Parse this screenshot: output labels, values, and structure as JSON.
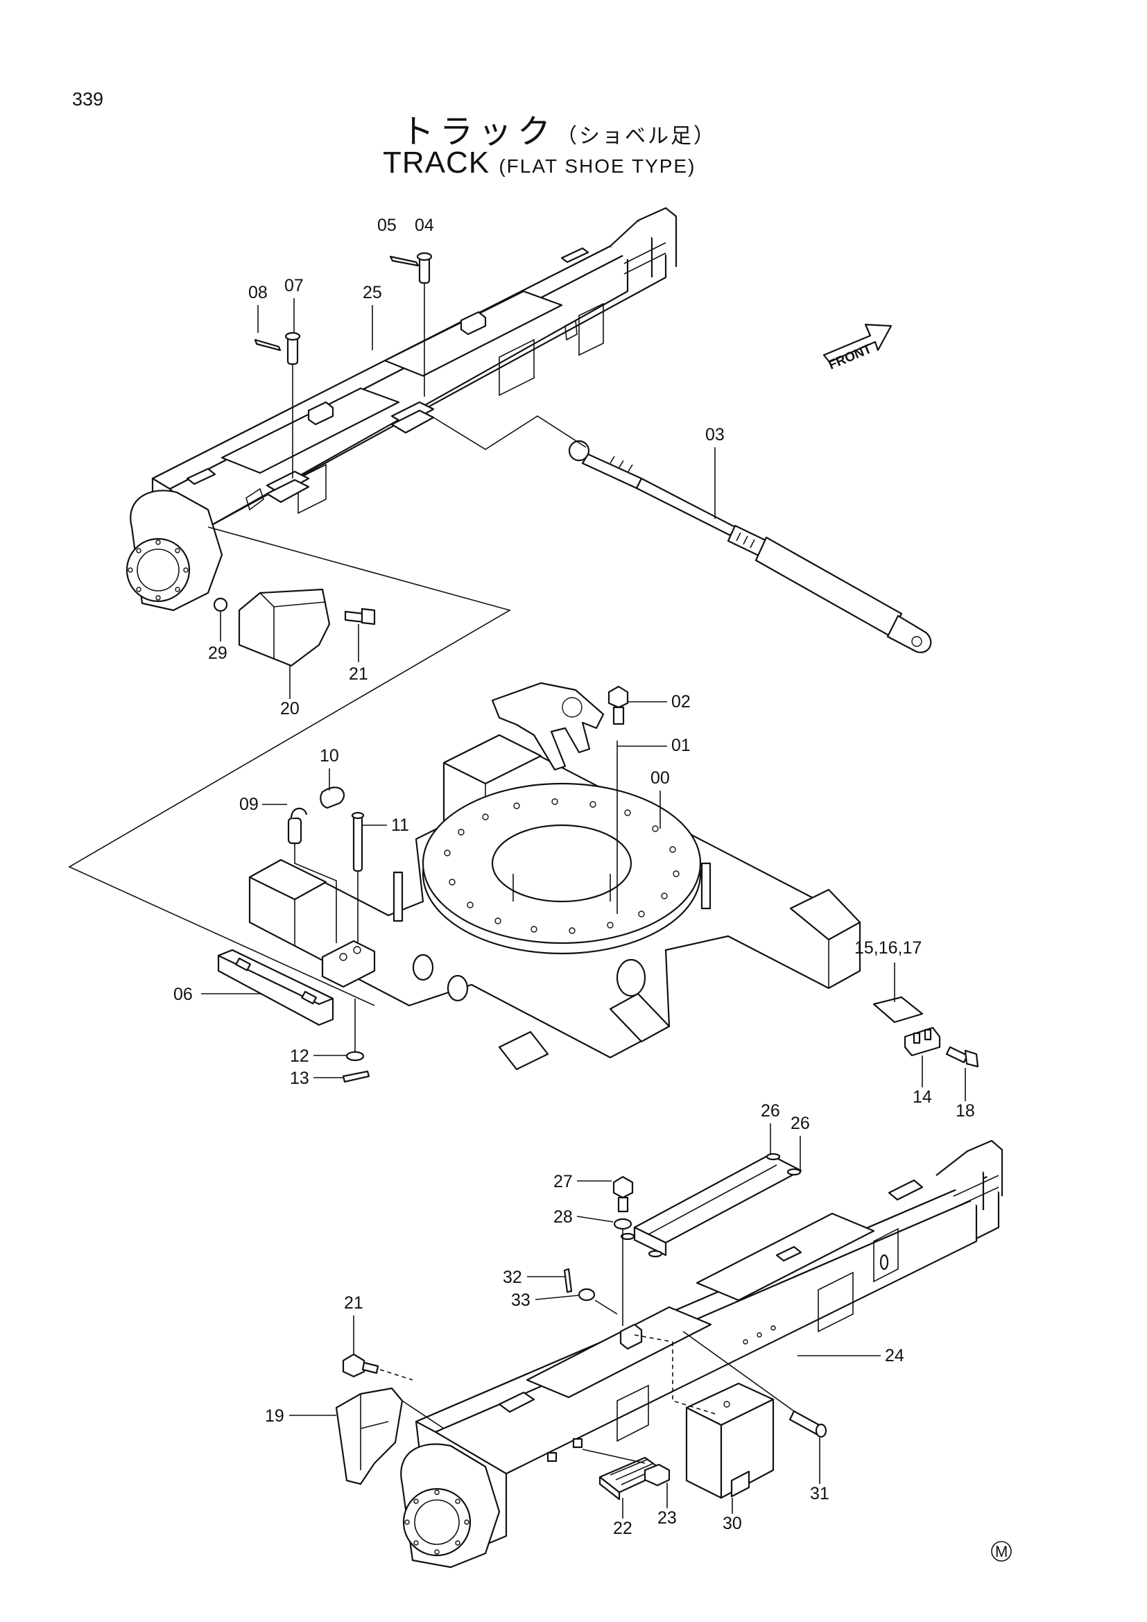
{
  "page_number": "339",
  "title": {
    "japanese_main": "トラック",
    "japanese_sub": "（ショベル足）",
    "english_main": "TRACK",
    "english_sub": "(FLAT SHOE TYPE)"
  },
  "front_arrow_label": "FRONT",
  "corner_mark": "M",
  "part_labels": {
    "p00": "00",
    "p01": "01",
    "p02": "02",
    "p03": "03",
    "p04": "04",
    "p05": "05",
    "p06": "06",
    "p07": "07",
    "p08": "08",
    "p09": "09",
    "p10": "10",
    "p11": "11",
    "p12": "12",
    "p13": "13",
    "p14": "14",
    "p15_17": "15,16,17",
    "p18": "18",
    "p19": "19",
    "p20": "20",
    "p21a": "21",
    "p21b": "21",
    "p22": "22",
    "p23": "23",
    "p24": "24",
    "p25": "25",
    "p26a": "26",
    "p26b": "26",
    "p27": "27",
    "p28": "28",
    "p29": "29",
    "p30": "30",
    "p31": "31",
    "p32": "32",
    "p33": "33"
  }
}
